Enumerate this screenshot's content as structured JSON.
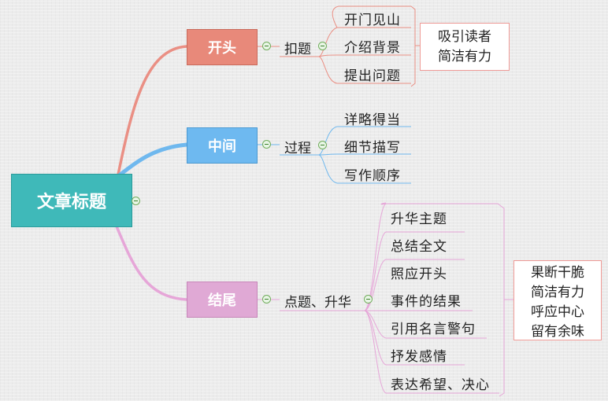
{
  "mindmap": {
    "root": {
      "label": "文章标题",
      "color": "#3fb9b9"
    },
    "branches": [
      {
        "label": "开头",
        "color": "#e8897a",
        "line_color": "#ea8f84",
        "sub_label": "扣题",
        "items": [
          "开门见山",
          "介绍背景",
          "提出问题"
        ],
        "note_lines": [
          "吸引读者",
          "简洁有力"
        ]
      },
      {
        "label": "中间",
        "color": "#6eb9f0",
        "line_color": "#6fb8ee",
        "sub_label": "过程",
        "items": [
          "详略得当",
          "细节描写",
          "写作顺序"
        ]
      },
      {
        "label": "结尾",
        "color": "#e0a9d5",
        "line_color": "#e6a6d8",
        "sub_label": "点题、升华",
        "items": [
          "升华主题",
          "总结全文",
          "照应开头",
          "事件的结果",
          "引用名言警句",
          "抒发感情",
          "表达希望、决心"
        ],
        "note_lines": [
          "果断干脆",
          "简洁有力",
          "呼应中心",
          "留有余味"
        ]
      }
    ],
    "collapse_icon": "minus-circle-icon",
    "note_border_color": "#ee9a96"
  }
}
